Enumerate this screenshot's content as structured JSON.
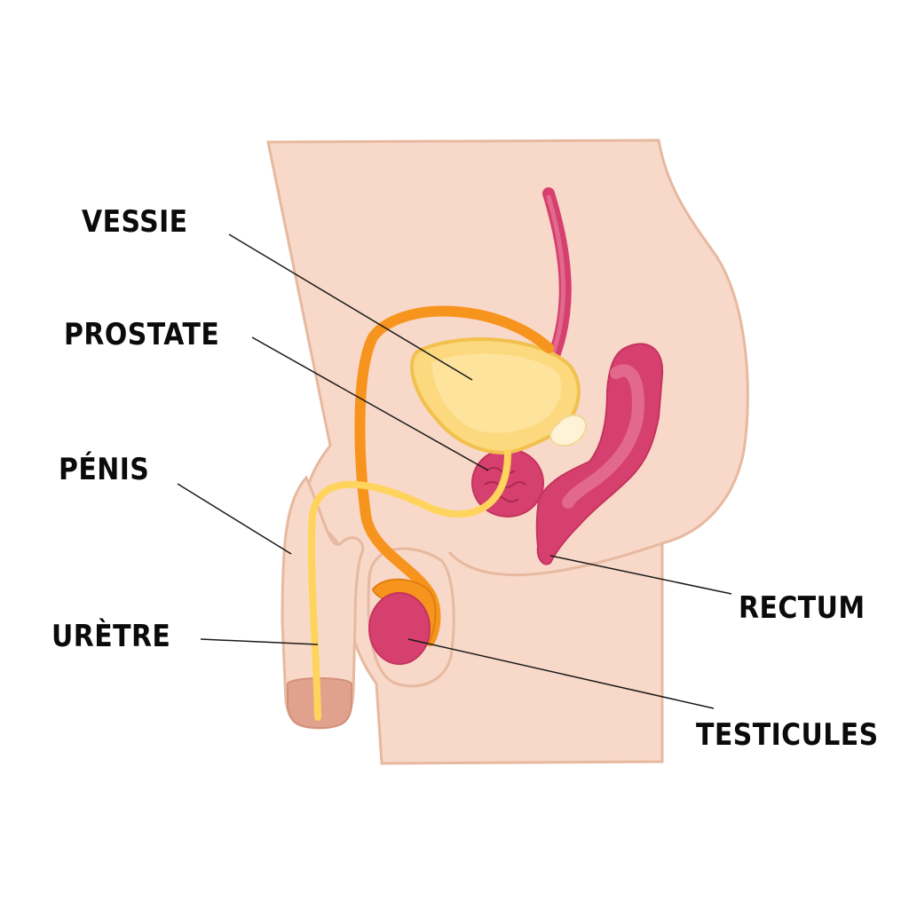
{
  "labels": {
    "vessie": "VESSIE",
    "prostate": "PROSTATE",
    "penis": "PÉNIS",
    "uretre": "URÈTRE",
    "rectum": "RECTUM",
    "testicules": "TESTICULES"
  },
  "colors": {
    "skin": "#f8d8c8",
    "skin_outline": "#e6b9a0",
    "bladder": "#fcd97e",
    "bladder_outline": "#f2c04d",
    "vas_deferens": "#f7941d",
    "urethra": "#ffd45c",
    "organ_pink": "#d6406e",
    "organ_pink_light": "#e77a9a",
    "glans": "#e0a28c",
    "leader_line": "#1a1a1a",
    "label_text": "#0b0b0b"
  }
}
